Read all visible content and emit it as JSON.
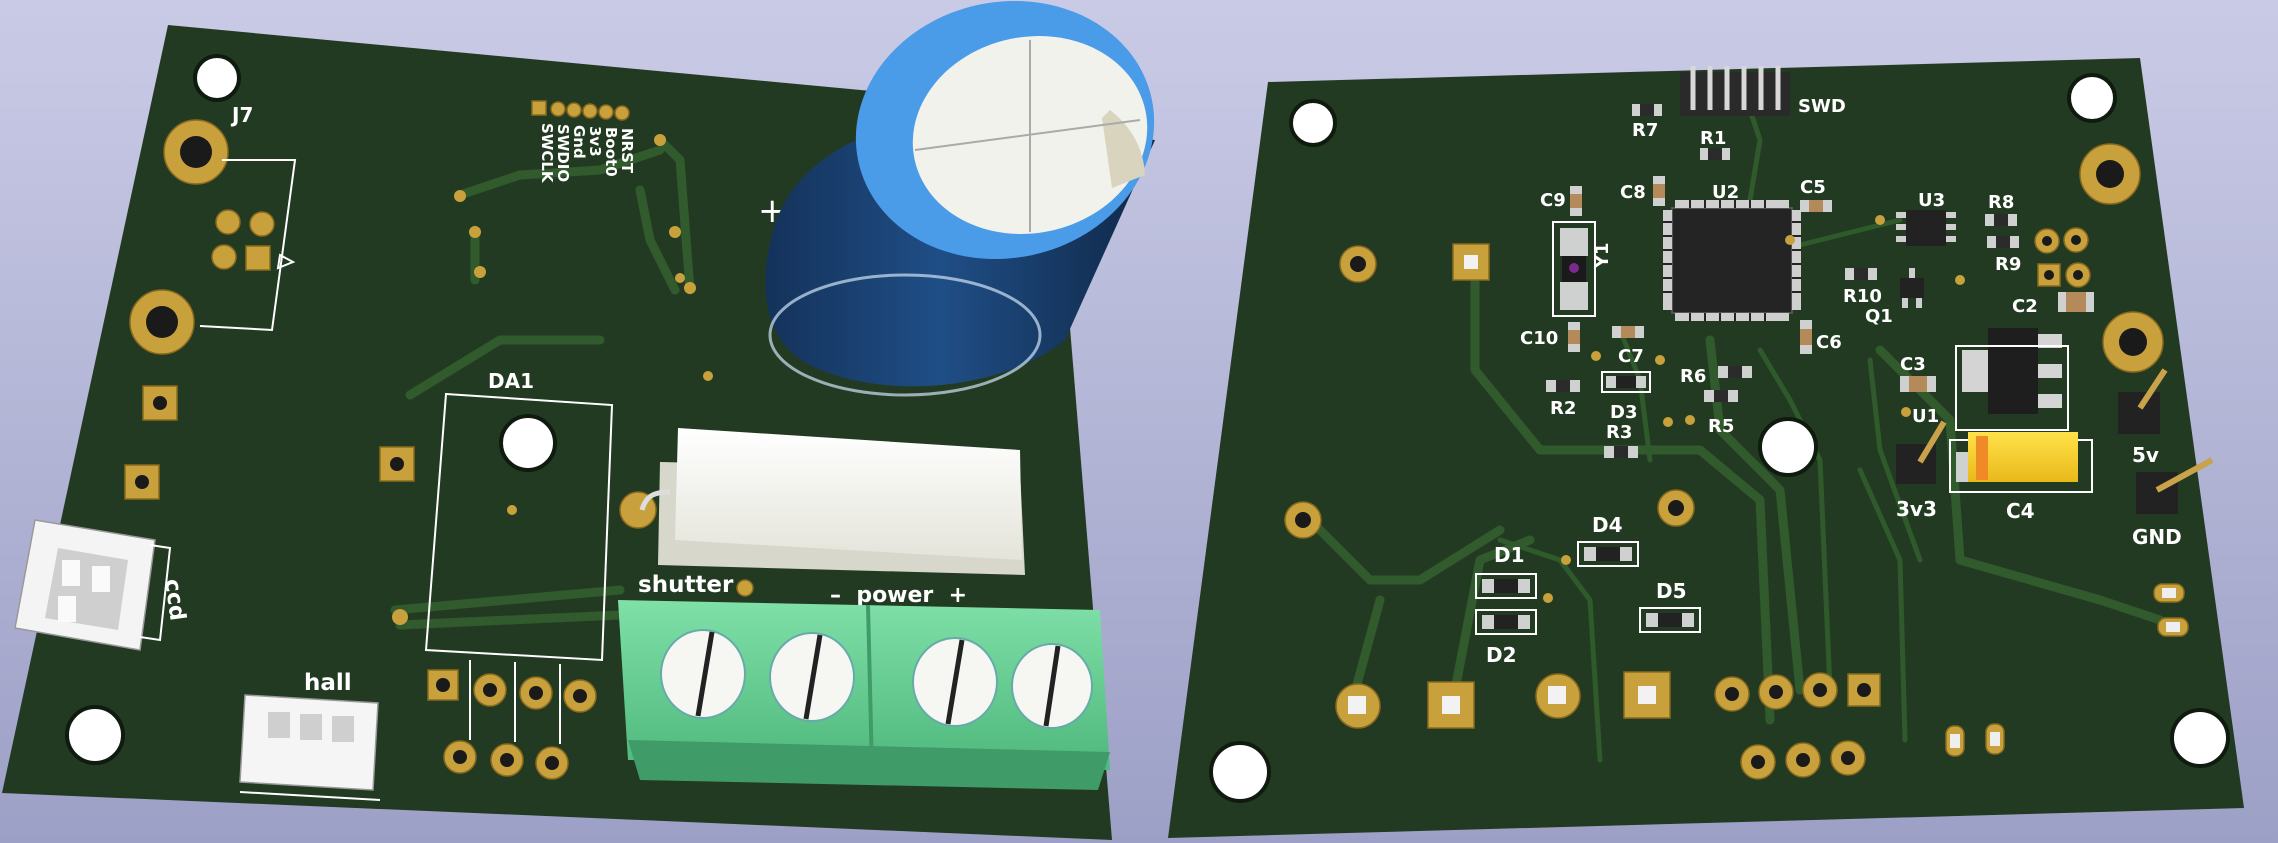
{
  "board_left": {
    "connector_j7": "J7",
    "swd_header_labels": [
      "NRST",
      "Boot0",
      "3v3",
      "Gnd",
      "SWDIO",
      "SWCLK"
    ],
    "regulator_da1": "DA1",
    "terminal_label_shutter": "shutter",
    "terminal_label_power": "–  power  +",
    "connector_ccd": "ccd",
    "connector_hall": "hall"
  },
  "board_right": {
    "header_swd": "SWD",
    "refs": {
      "R7": "R7",
      "R1": "R1",
      "U2": "U2",
      "C9": "C9",
      "C8": "C8",
      "C5": "C5",
      "U3": "U3",
      "R8": "R8",
      "R9": "R9",
      "Y1": "Y1",
      "R10": "R10",
      "Q1": "Q1",
      "C2": "C2",
      "C10": "C10",
      "C7": "C7",
      "C6": "C6",
      "R2": "R2",
      "D3": "D3",
      "R6": "R6",
      "R5": "R5",
      "C3": "C3",
      "R3": "R3",
      "U1": "U1",
      "C4": "C4",
      "D4": "D4",
      "D1": "D1",
      "D5": "D5",
      "D2": "D2"
    },
    "pin_5v": "5v",
    "pin_3v3": "3v3",
    "pin_gnd": "GND"
  },
  "colors": {
    "background_top": "#c9cbe6",
    "soldermask": "#233a22",
    "copper": "#c8a13d",
    "capacitor_sleeve": "#1f4e86",
    "terminal_block": "#6fd69a"
  }
}
